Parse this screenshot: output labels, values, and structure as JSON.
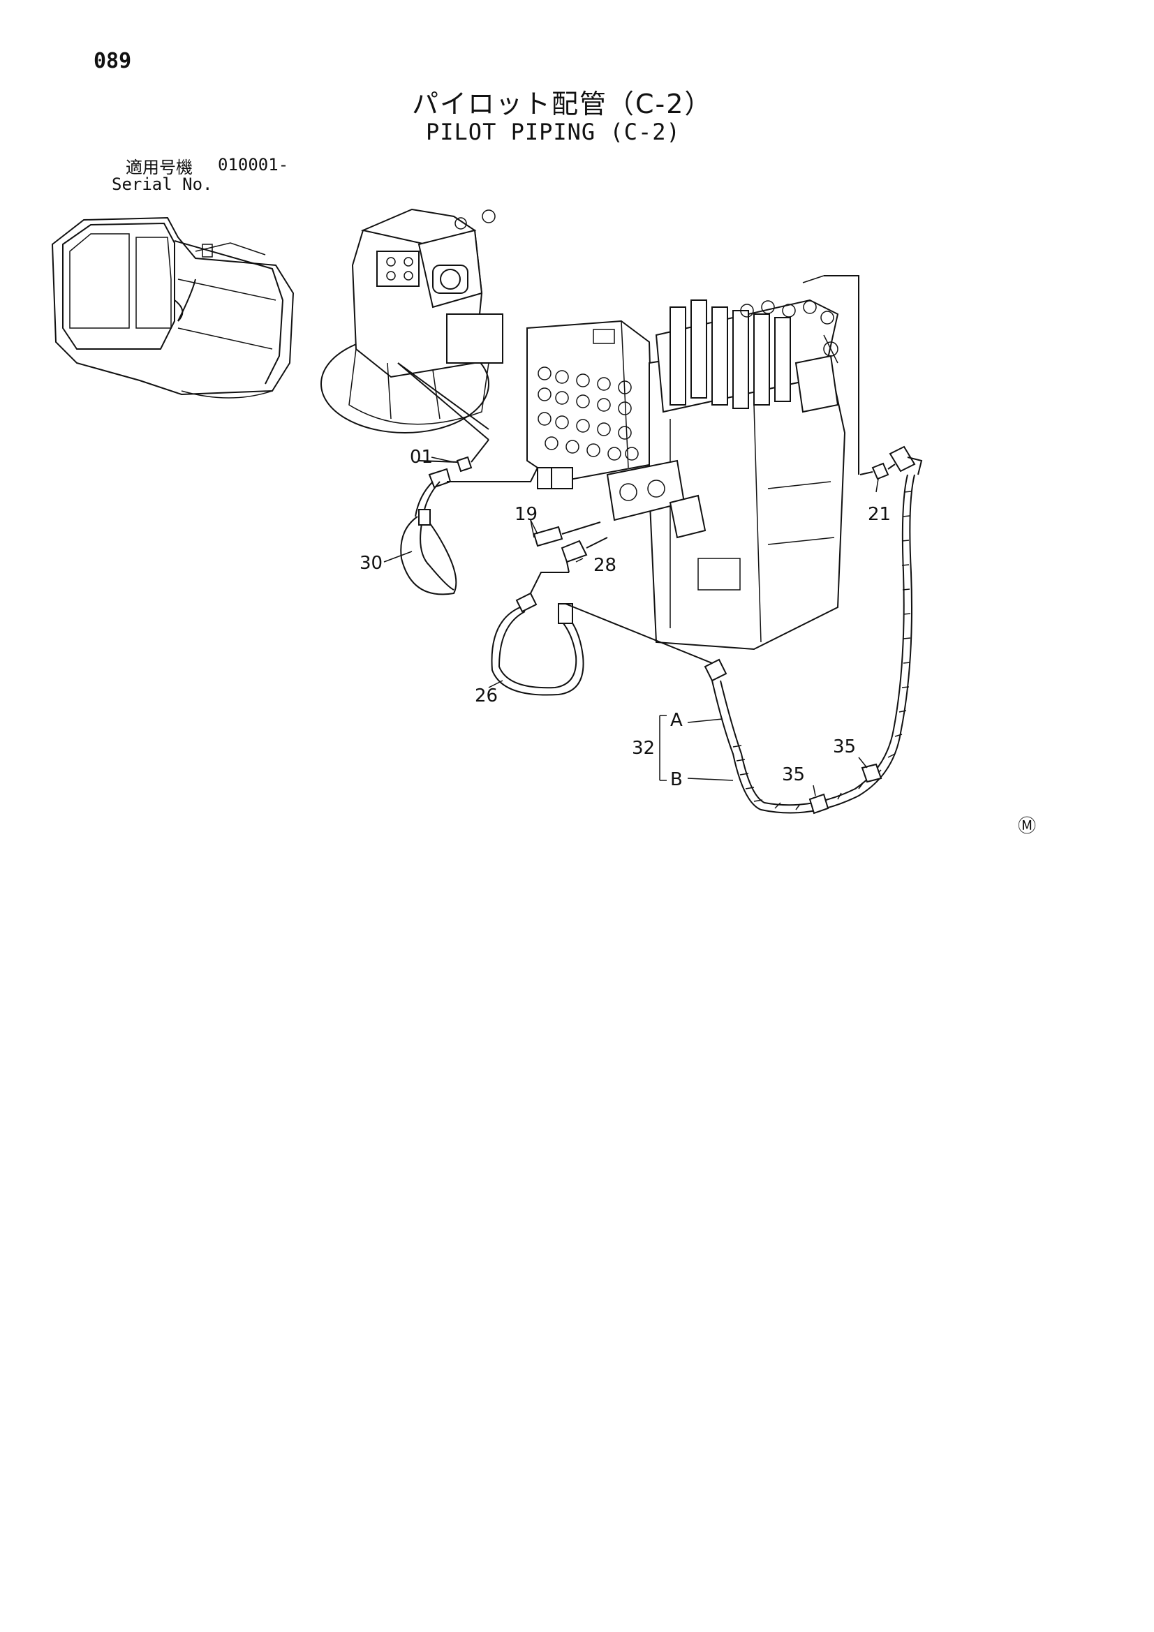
{
  "header": {
    "page_number": "089",
    "title_jp": "パイロット配管（C-2）",
    "title_en": "PILOT PIPING (C-2)",
    "serial_label_jp": "適用号機",
    "serial_value": "010001-",
    "serial_label_en": "Serial No."
  },
  "callouts": {
    "c01": "01",
    "c19": "19",
    "c21": "21",
    "c26": "26",
    "c28": "28",
    "c30": "30",
    "c32": "32",
    "c32a": "A",
    "c32b": "B",
    "c35a": "35",
    "c35b": "35"
  },
  "mark": "Ⓜ"
}
